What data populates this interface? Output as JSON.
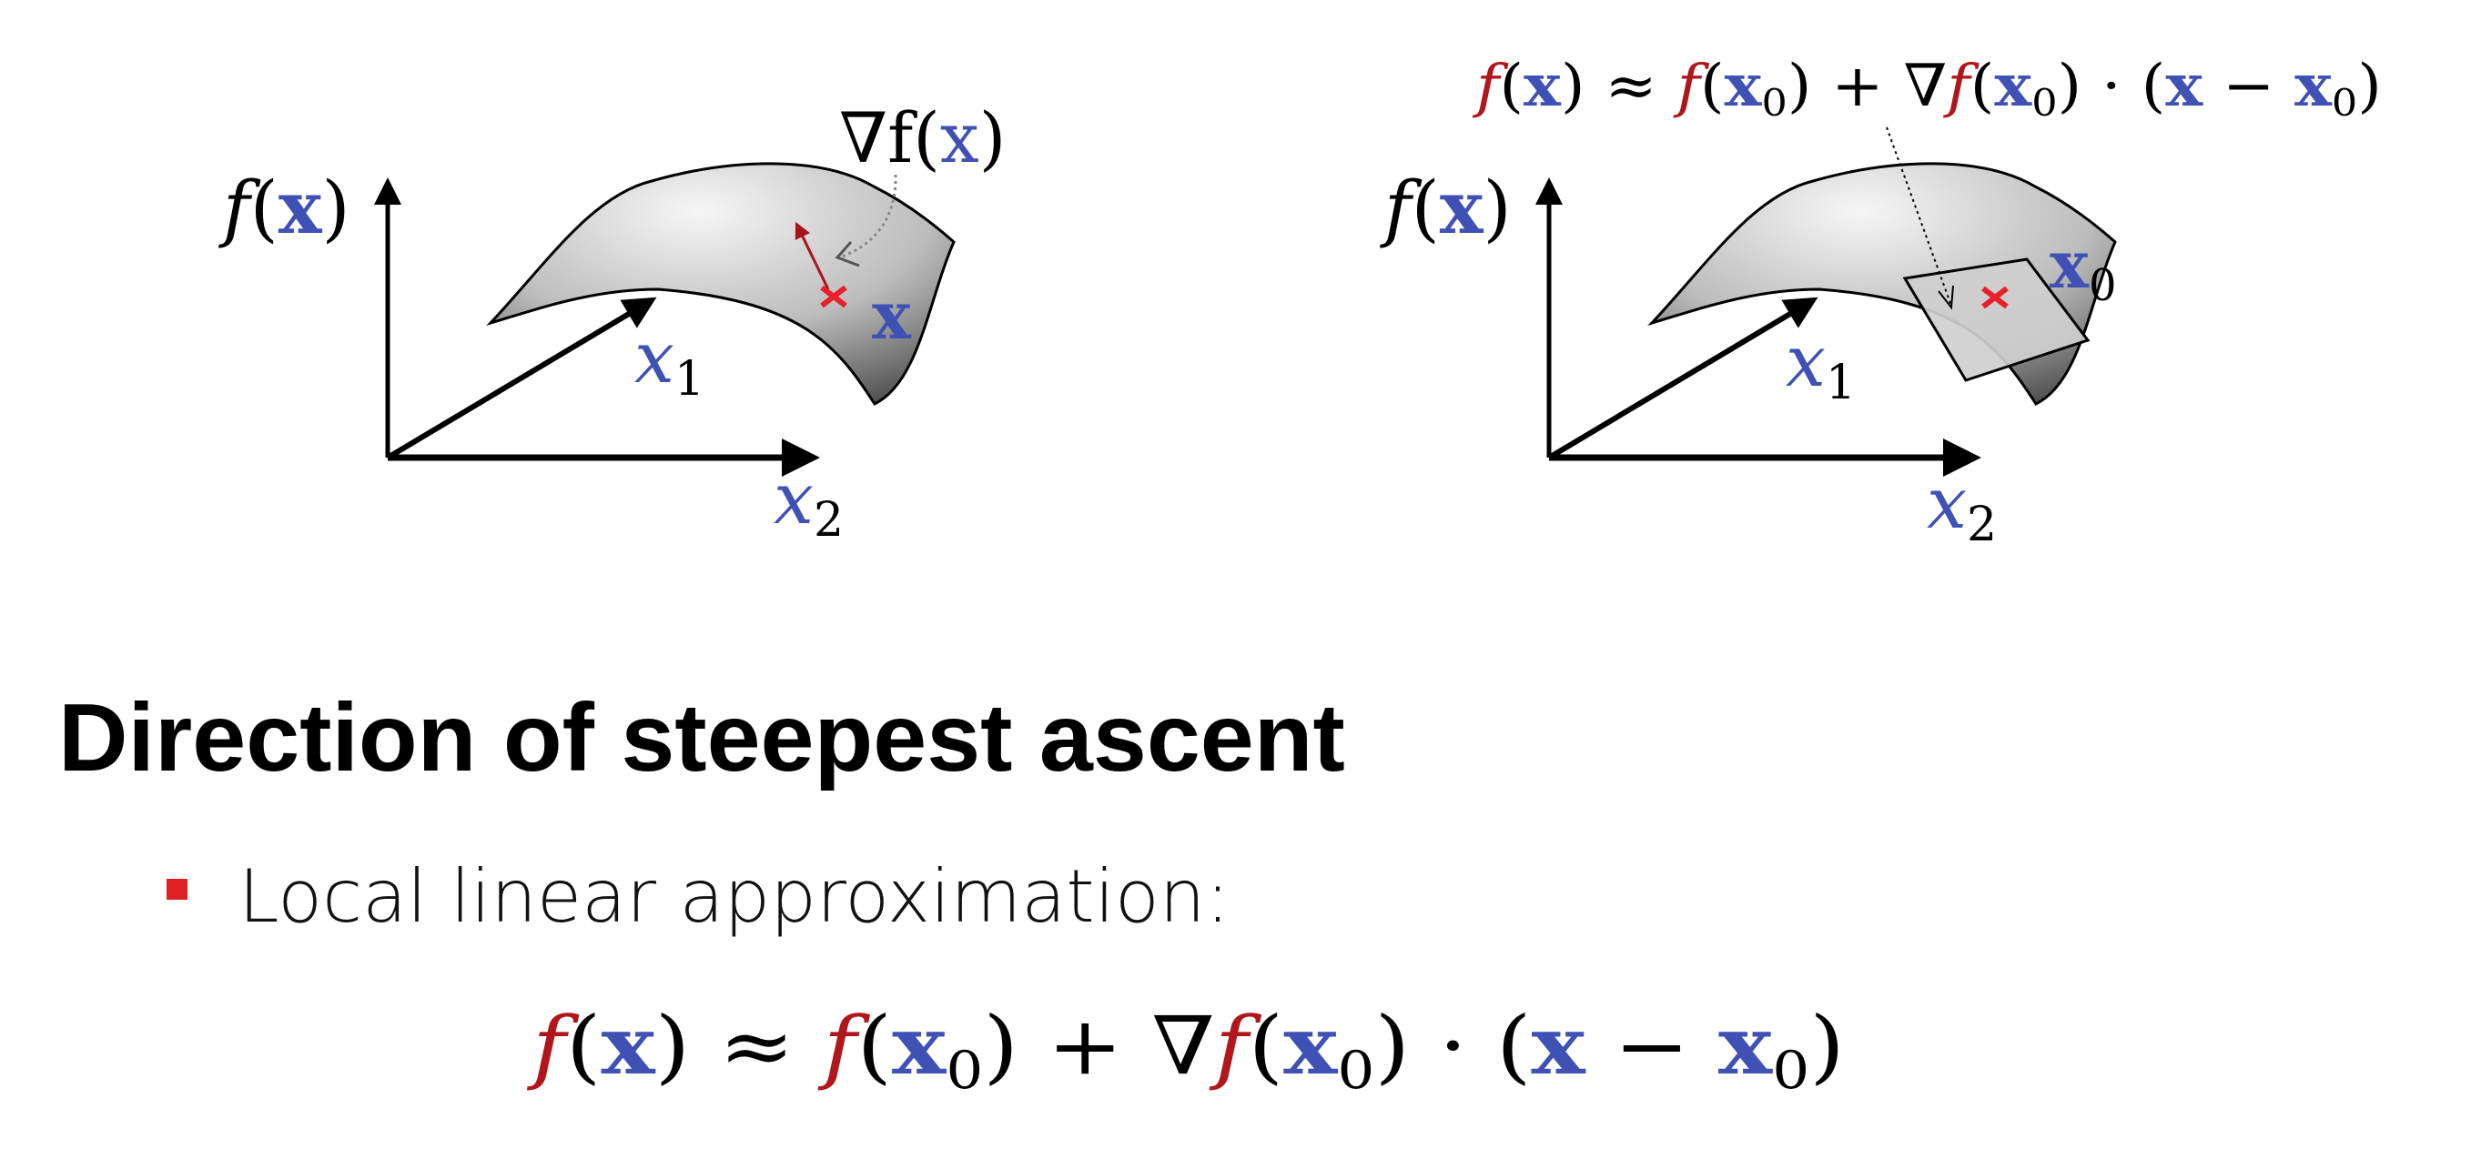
{
  "colors": {
    "blue": "#3f51b5",
    "red": "#b0161c",
    "mark": "#e8202a",
    "black": "#000000"
  },
  "left_diagram": {
    "y_axis_label": {
      "f": "f",
      "open": "(",
      "x": "x",
      "close": ")"
    },
    "x1_label": {
      "x": "x",
      "sub": "1"
    },
    "x2_label": {
      "x": "x",
      "sub": "2"
    },
    "gradient_label": {
      "nabla_f": "∇f",
      "open": "(",
      "x": "x",
      "close": ")"
    },
    "point_label": "x"
  },
  "right_diagram": {
    "y_axis_label": {
      "f": "f",
      "open": "(",
      "x": "x",
      "close": ")"
    },
    "x1_label": {
      "x": "x",
      "sub": "1"
    },
    "x2_label": {
      "x": "x",
      "sub": "2"
    },
    "point_label": {
      "x": "x",
      "sub": "0"
    }
  },
  "formula_tokens": [
    {
      "t": "f",
      "c": "red",
      "it": true
    },
    {
      "t": "(",
      "c": "black"
    },
    {
      "t": "x",
      "c": "blue",
      "b": true
    },
    {
      "t": ") ≈ ",
      "c": "black"
    },
    {
      "t": "f",
      "c": "red",
      "it": true
    },
    {
      "t": "(",
      "c": "black"
    },
    {
      "t": "x",
      "c": "blue",
      "b": true
    },
    {
      "t": "0",
      "c": "black",
      "sub": true
    },
    {
      "t": ") + ∇",
      "c": "black"
    },
    {
      "t": "f",
      "c": "red",
      "it": true
    },
    {
      "t": "(",
      "c": "black"
    },
    {
      "t": "x",
      "c": "blue",
      "b": true
    },
    {
      "t": "0",
      "c": "black",
      "sub": true
    },
    {
      "t": ") · (",
      "c": "black"
    },
    {
      "t": "x",
      "c": "blue",
      "b": true
    },
    {
      "t": " − ",
      "c": "black"
    },
    {
      "t": "x",
      "c": "blue",
      "b": true
    },
    {
      "t": "0",
      "c": "black",
      "sub": true
    },
    {
      "t": ")",
      "c": "black"
    }
  ],
  "heading": "Direction of steepest ascent",
  "bullet": "Local linear approximation:"
}
